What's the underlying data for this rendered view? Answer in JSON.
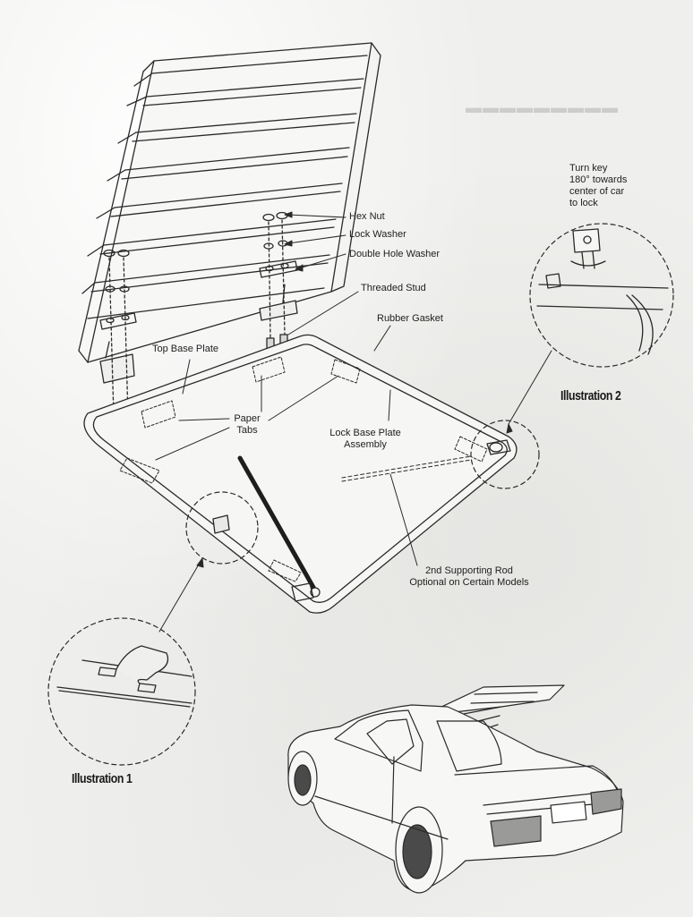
{
  "labels": {
    "hex_nut": "Hex Nut",
    "lock_washer": "Lock Washer",
    "double_hole_washer": "Double Hole Washer",
    "threaded_stud": "Threaded Stud",
    "rubber_gasket": "Rubber Gasket",
    "top_base_plate": "Top Base Plate",
    "paper_tabs_line1": "Paper",
    "paper_tabs_line2": "Tabs",
    "lock_base_plate_line1": "Lock Base Plate",
    "lock_base_plate_line2": "Assembly",
    "supporting_rod_line1": "2nd Supporting Rod",
    "supporting_rod_line2": "Optional on Certain Models",
    "turn_key_line1": "Turn key",
    "turn_key_line2": "180° towards",
    "turn_key_line3": "center of car",
    "turn_key_line4": "to lock"
  },
  "illustrations": {
    "one": "Illustration 1",
    "two": "Illustration 2"
  }
}
